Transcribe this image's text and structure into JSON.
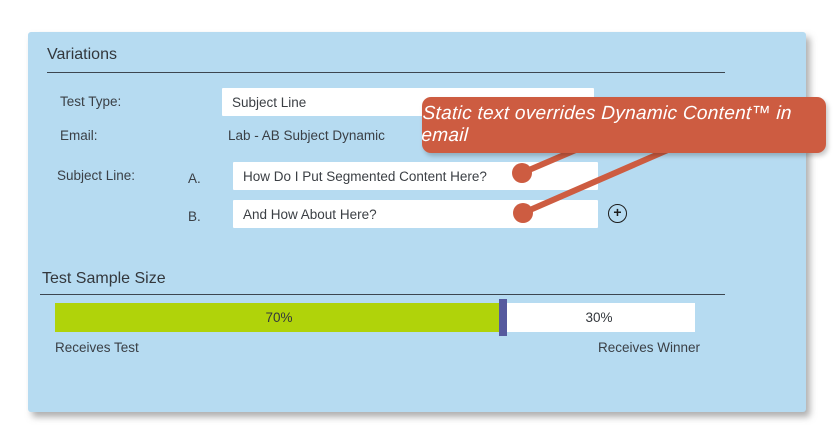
{
  "panel": {
    "variations": {
      "title": "Variations",
      "rows": {
        "test_type": {
          "label": "Test Type:",
          "value": "Subject Line"
        },
        "email": {
          "label": "Email:",
          "value": "Lab - AB Subject Dynamic"
        },
        "subject_line": {
          "label": "Subject Line:",
          "variants": [
            {
              "key": "A.",
              "value": "How Do I Put Segmented Content Here?"
            },
            {
              "key": "B.",
              "value": "And How About Here?"
            }
          ]
        }
      },
      "add_variant_icon": "plus-circle-icon"
    },
    "annotation": {
      "text": "Static text overrides Dynamic Content™ in email"
    },
    "test_sample_size": {
      "title": "Test Sample Size",
      "segments": [
        {
          "label": "70%",
          "value": 70,
          "caption": "Receives Test"
        },
        {
          "label": "30%",
          "value": 30,
          "caption": "Receives Winner"
        }
      ]
    }
  },
  "colors": {
    "panel_background": "#b6dbf1",
    "annotation_orange": "#cd5c41",
    "bar_green": "#b0d30a",
    "handle_purple": "#565a9e",
    "text_dark": "#3a3f45"
  }
}
